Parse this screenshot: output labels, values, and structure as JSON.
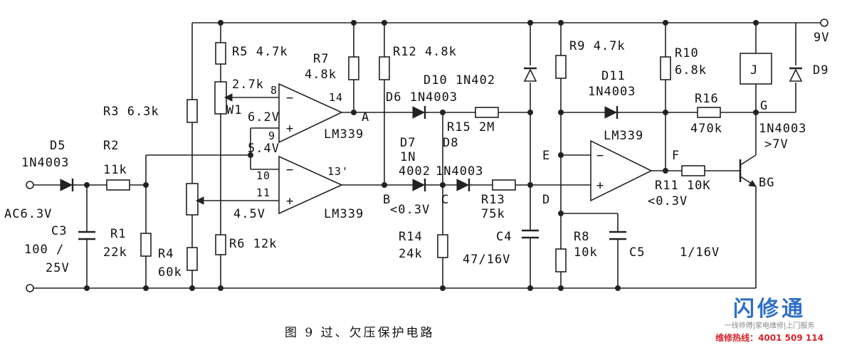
{
  "caption": "图 9  过、欠压保护电路",
  "supply": {
    "v9": "9V",
    "ac_label": "AC6.3V"
  },
  "nodes": {
    "A": "A",
    "B": "B",
    "C": "C",
    "D": "D",
    "E": "E",
    "F": "F",
    "G": "G"
  },
  "components": {
    "D5": {
      "ref": "D5",
      "value": "1N4003"
    },
    "R2": {
      "ref": "R2",
      "value": "11k"
    },
    "C3": {
      "ref": "C3",
      "value1": "100 /",
      "value2": "25V"
    },
    "R1": {
      "ref": "R1",
      "value": "22k"
    },
    "R3": {
      "ref": "R3 6.3k"
    },
    "R4": {
      "ref": "R4",
      "value": "60k"
    },
    "R5": {
      "ref": "R5 4.7k"
    },
    "W1": {
      "ref": "W1",
      "value": "2.7k"
    },
    "R6": {
      "ref": "R6 12k"
    },
    "R7": {
      "ref": "R7",
      "value": "4.8k"
    },
    "R12": {
      "ref": "R12 4.8k"
    },
    "D10": {
      "ref": "D10 1N402"
    },
    "D6": {
      "ref": "D6 1N4003"
    },
    "R15": {
      "ref": "R15 2M"
    },
    "D7": {
      "ref": "D7",
      "value1": "1N",
      "value2": "4002"
    },
    "D8": {
      "ref": "D8",
      "value": "1N4003"
    },
    "R13": {
      "ref": "R13",
      "value": "75k"
    },
    "R14": {
      "ref": "R14",
      "value": "24k"
    },
    "C4": {
      "ref": "C4",
      "value": "47/16V"
    },
    "R9": {
      "ref": "R9 4.7k"
    },
    "R10": {
      "ref": "R10",
      "value": "6.8k"
    },
    "D11": {
      "ref": "D11",
      "value": "1N4003"
    },
    "R16": {
      "ref": "R16",
      "value": "470k"
    },
    "R8": {
      "ref": "R8",
      "value": "10k"
    },
    "C5": {
      "ref": "C5",
      "value": "1/16V"
    },
    "R11": {
      "ref": "R11 10K"
    },
    "J": {
      "ref": "J"
    },
    "D9": {
      "ref": "D9"
    },
    "BG": {
      "ref": "BG"
    },
    "D9_type": {
      "value": "1N4003"
    }
  },
  "ic_labels": {
    "u1": "LM339",
    "u2": "LM339",
    "u3": "LM339"
  },
  "pins": {
    "p8": "8",
    "p9": "9",
    "p10": "10",
    "p11": "11",
    "p14": "14",
    "p13": "13'"
  },
  "annotations": {
    "v62": "6.2V",
    "v54": "5.4V",
    "v45": "4.5V",
    "vB": "<0.3V",
    "vF": "<0.3V",
    "vG": ">7V"
  },
  "brand": {
    "title": "闪修通",
    "slogan": "一线师傅|家电维修|上门服务",
    "hotline": "维修热线：4001 509 114"
  }
}
